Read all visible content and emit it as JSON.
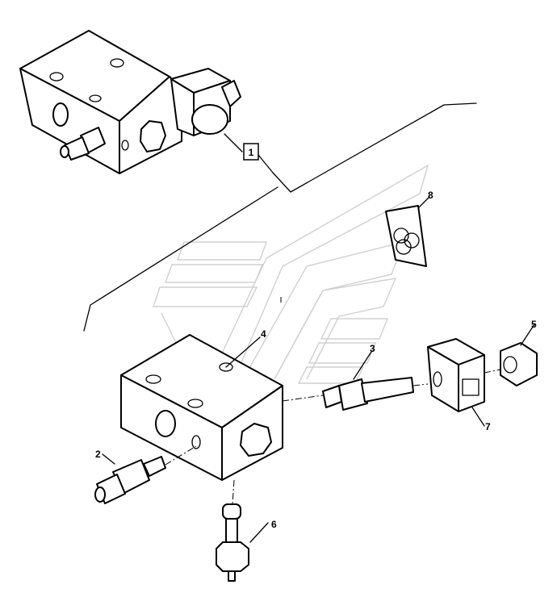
{
  "callouts": [
    {
      "id": "1",
      "label": "1",
      "boxed": true
    },
    {
      "id": "2",
      "label": "2",
      "boxed": false
    },
    {
      "id": "3",
      "label": "3",
      "boxed": false
    },
    {
      "id": "4",
      "label": "4",
      "boxed": false
    },
    {
      "id": "5",
      "label": "5",
      "boxed": false
    },
    {
      "id": "6",
      "label": "6",
      "boxed": false
    },
    {
      "id": "7",
      "label": "7",
      "boxed": false
    },
    {
      "id": "8",
      "label": "8",
      "boxed": false
    }
  ],
  "colors": {
    "line": "#000000",
    "watermark": "#d0d0d0",
    "background": "#ffffff"
  }
}
